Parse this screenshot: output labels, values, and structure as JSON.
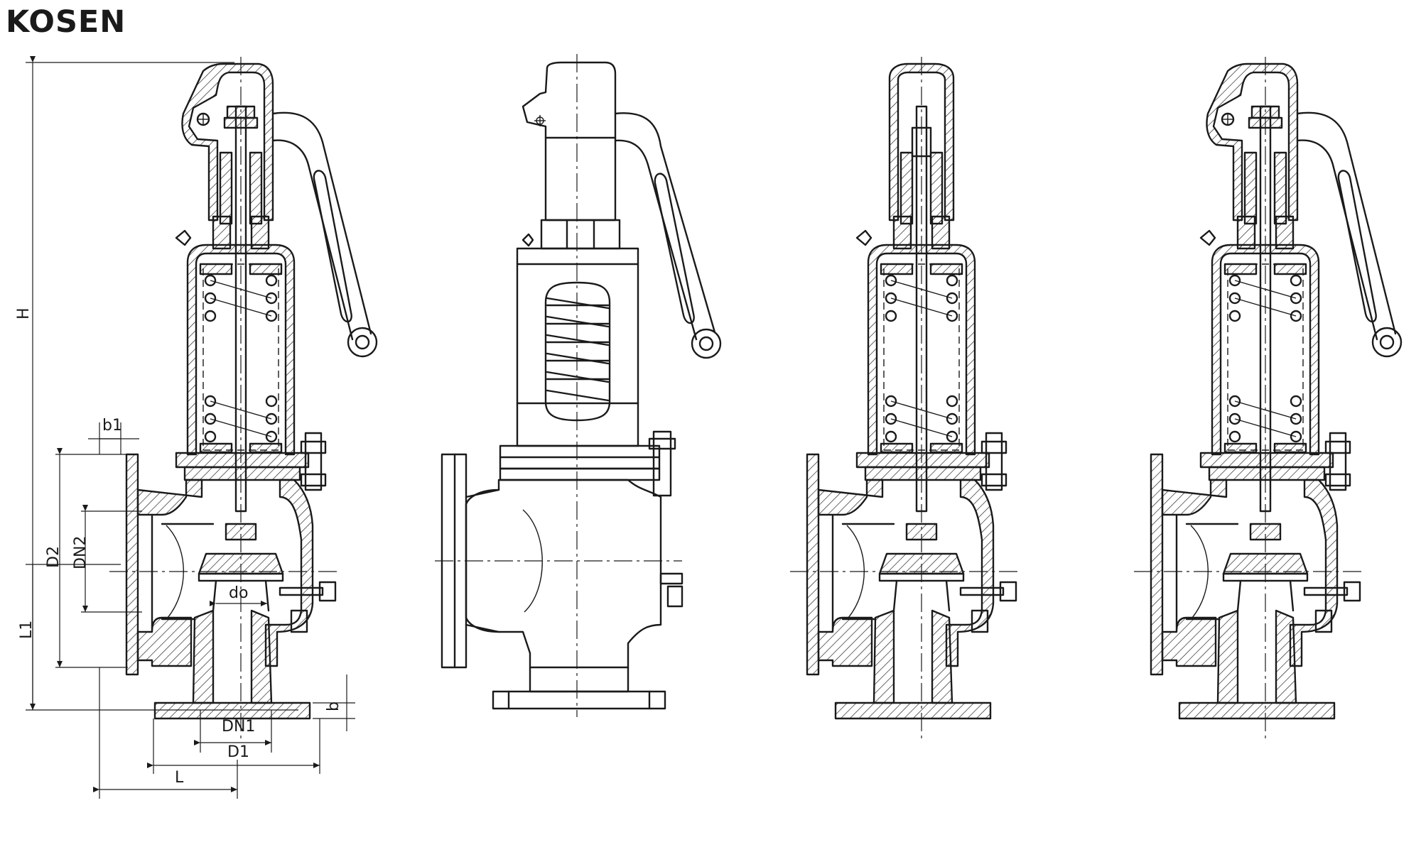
{
  "brand": {
    "logo_text": "KOSEN"
  },
  "dimensions": {
    "H": "H",
    "L1": "L1",
    "D2": "D2",
    "DN2": "DN2",
    "b1": "b1",
    "do": "do",
    "b": "b",
    "DN1": "DN1",
    "D1": "D1",
    "L": "L"
  },
  "views": [
    {
      "id": "view-1"
    },
    {
      "id": "view-2"
    },
    {
      "id": "view-3"
    },
    {
      "id": "view-4"
    }
  ]
}
